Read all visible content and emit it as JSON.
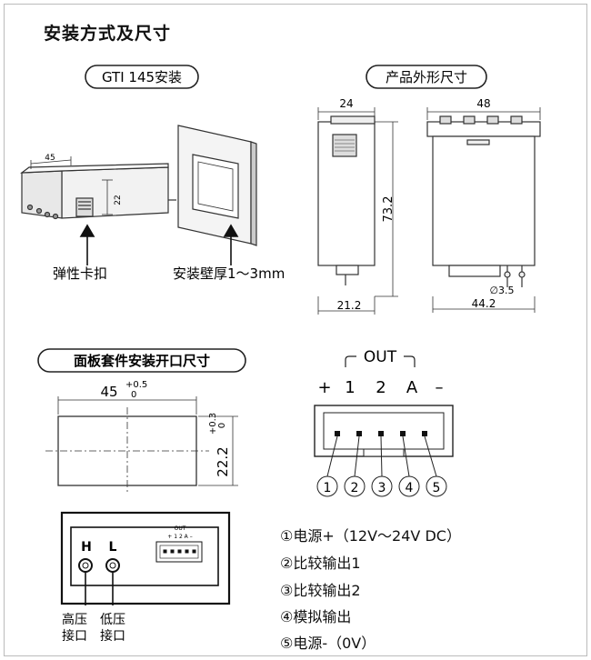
{
  "title": "安装方式及尺寸",
  "install_header": "GTI 145安装",
  "product_dims_header": "产品外形尺寸",
  "panel_cutout_header": "面板套件安装开口尺寸",
  "callouts": {
    "clip": "弹性卡扣",
    "wall_thickness": "安装壁厚1～3mm"
  },
  "install_dims": {
    "width": "45",
    "height": "22"
  },
  "product_dims": {
    "side_width": "24",
    "height": "73.2",
    "side_bottom": "21.2",
    "front_width": "48",
    "hole_dia": "∅3.5",
    "front_bottom": "44.2"
  },
  "cutout_dims": {
    "width": "45",
    "width_tol_upper": "+0.5",
    "width_tol_lower": "0",
    "height": "22.2",
    "height_tol_upper": "+0.3",
    "height_tol_lower": "0"
  },
  "connector": {
    "out_label": "OUT",
    "pins": [
      "+",
      "1",
      "2",
      "A",
      "–"
    ],
    "numbers": [
      "1",
      "2",
      "3",
      "4",
      "5"
    ]
  },
  "panel": {
    "H": "H",
    "L": "L",
    "mini_out": "OUT",
    "mini_pins": "+ 1 2 A –",
    "high_port": [
      "高压",
      "接口"
    ],
    "low_port": [
      "低压",
      "接口"
    ]
  },
  "legend": [
    "①电源+（12V～24V DC）",
    "②比较输出1",
    "③比较输出2",
    "④模拟输出",
    "⑤电源-（0V）"
  ]
}
